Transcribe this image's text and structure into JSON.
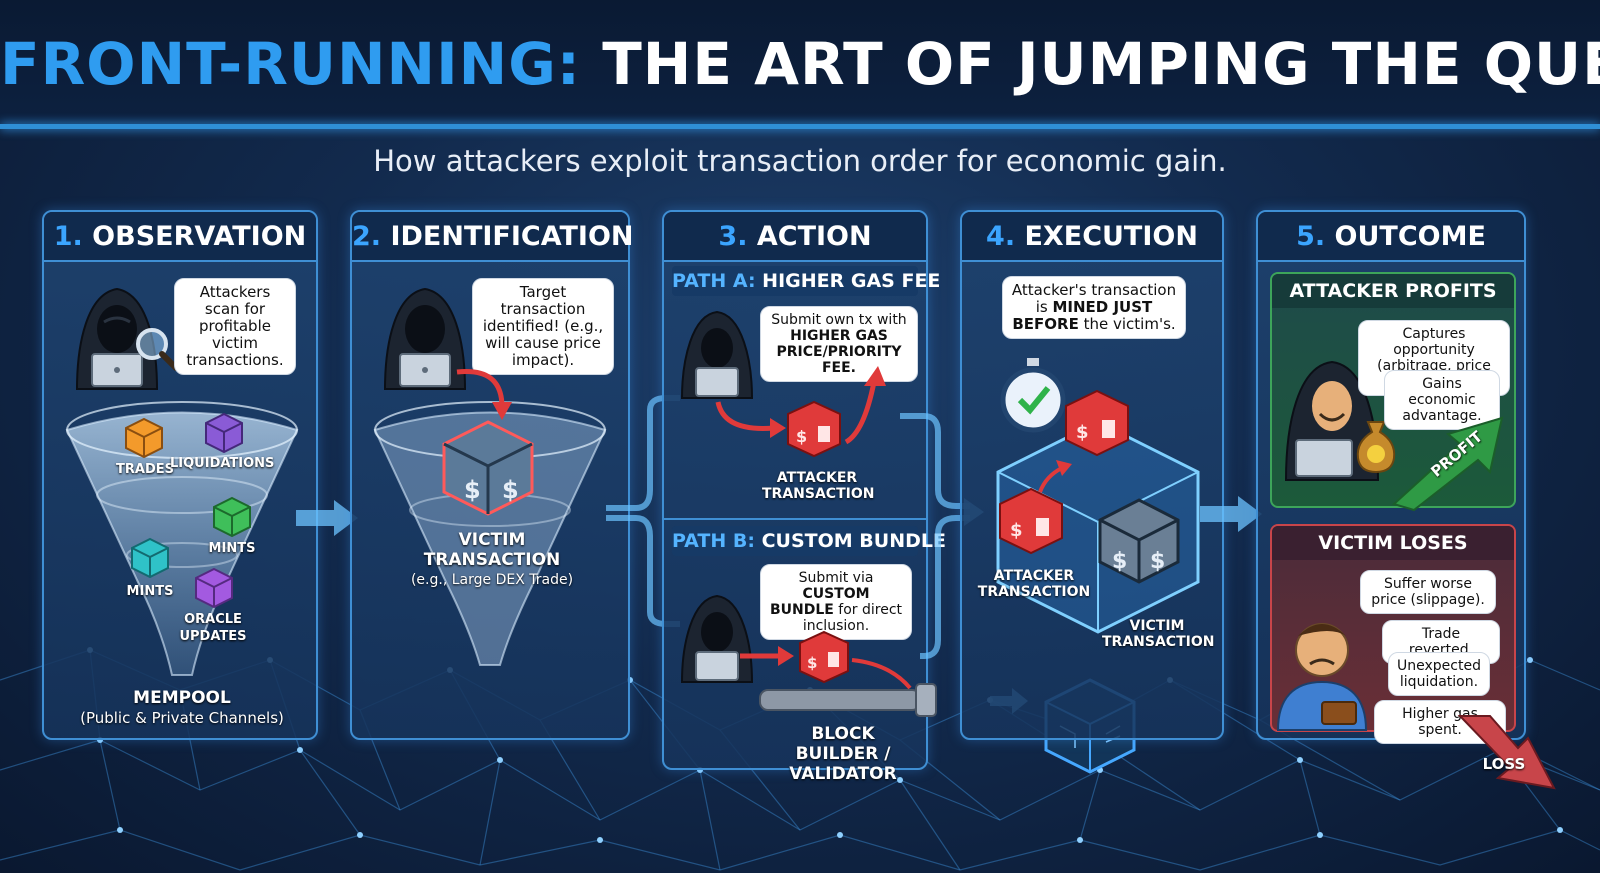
{
  "header": {
    "title_accent": "FRONT-RUNNING:",
    "title_rest": "THE ART OF JUMPING THE QUEUE",
    "subtitle": "How attackers exploit transaction order for economic gain."
  },
  "colors": {
    "accent_blue": "#2f9cf0",
    "panel_border": "#3f8fd4",
    "attacker_red": "#e03a3a",
    "profit_green": "#3da55a",
    "loss_red": "#c8454a"
  },
  "steps": [
    {
      "num": "1.",
      "title": "OBSERVATION",
      "bubble": "Attackers scan for profitable victim transactions.",
      "tags": [
        "TRADES",
        "LIQUIDATIONS",
        "MINTS",
        "MINTS",
        "ORACLE UPDATES"
      ],
      "caption_title": "MEMPOOL",
      "caption_sub": "(Public & Private Channels)"
    },
    {
      "num": "2.",
      "title": "IDENTIFICATION",
      "bubble": "Target transaction identified! (e.g., will cause price impact).",
      "caption_title": "VICTIM TRANSACTION",
      "caption_sub": "(e.g., Large DEX Trade)"
    },
    {
      "num": "3.",
      "title": "ACTION",
      "path_a": {
        "label_prefix": "PATH A:",
        "label": "HIGHER GAS FEE",
        "bubble_pre": "Submit own tx with",
        "bubble_bold": "HIGHER GAS PRICE/PRIORITY FEE.",
        "caption": "ATTACKER TRANSACTION"
      },
      "path_b": {
        "label_prefix": "PATH B:",
        "label": "CUSTOM BUNDLE",
        "bubble_pre": "Submit via",
        "bubble_bold": "CUSTOM BUNDLE",
        "bubble_post": "for direct inclusion.",
        "caption": "BLOCK BUILDER / VALIDATOR"
      }
    },
    {
      "num": "4.",
      "title": "EXECUTION",
      "bubble_pre": "Attacker's transaction is",
      "bubble_bold": "MINED JUST BEFORE",
      "bubble_post": "the victim's.",
      "attacker_caption": "ATTACKER TRANSACTION",
      "victim_caption": "VICTIM TRANSACTION"
    },
    {
      "num": "5.",
      "title": "OUTCOME",
      "profits": {
        "title": "ATTACKER PROFITS",
        "bubble1": "Captures opportunity (arbitrage, price edge).",
        "bubble2": "Gains economic advantage.",
        "arrow_label": "PROFIT"
      },
      "loses": {
        "title": "VICTIM LOSES",
        "bubbles": [
          "Suffer worse price (slippage).",
          "Trade reverted.",
          "Unexpected liquidation.",
          "Higher gas spent."
        ],
        "arrow_label": "LOSS"
      }
    }
  ]
}
